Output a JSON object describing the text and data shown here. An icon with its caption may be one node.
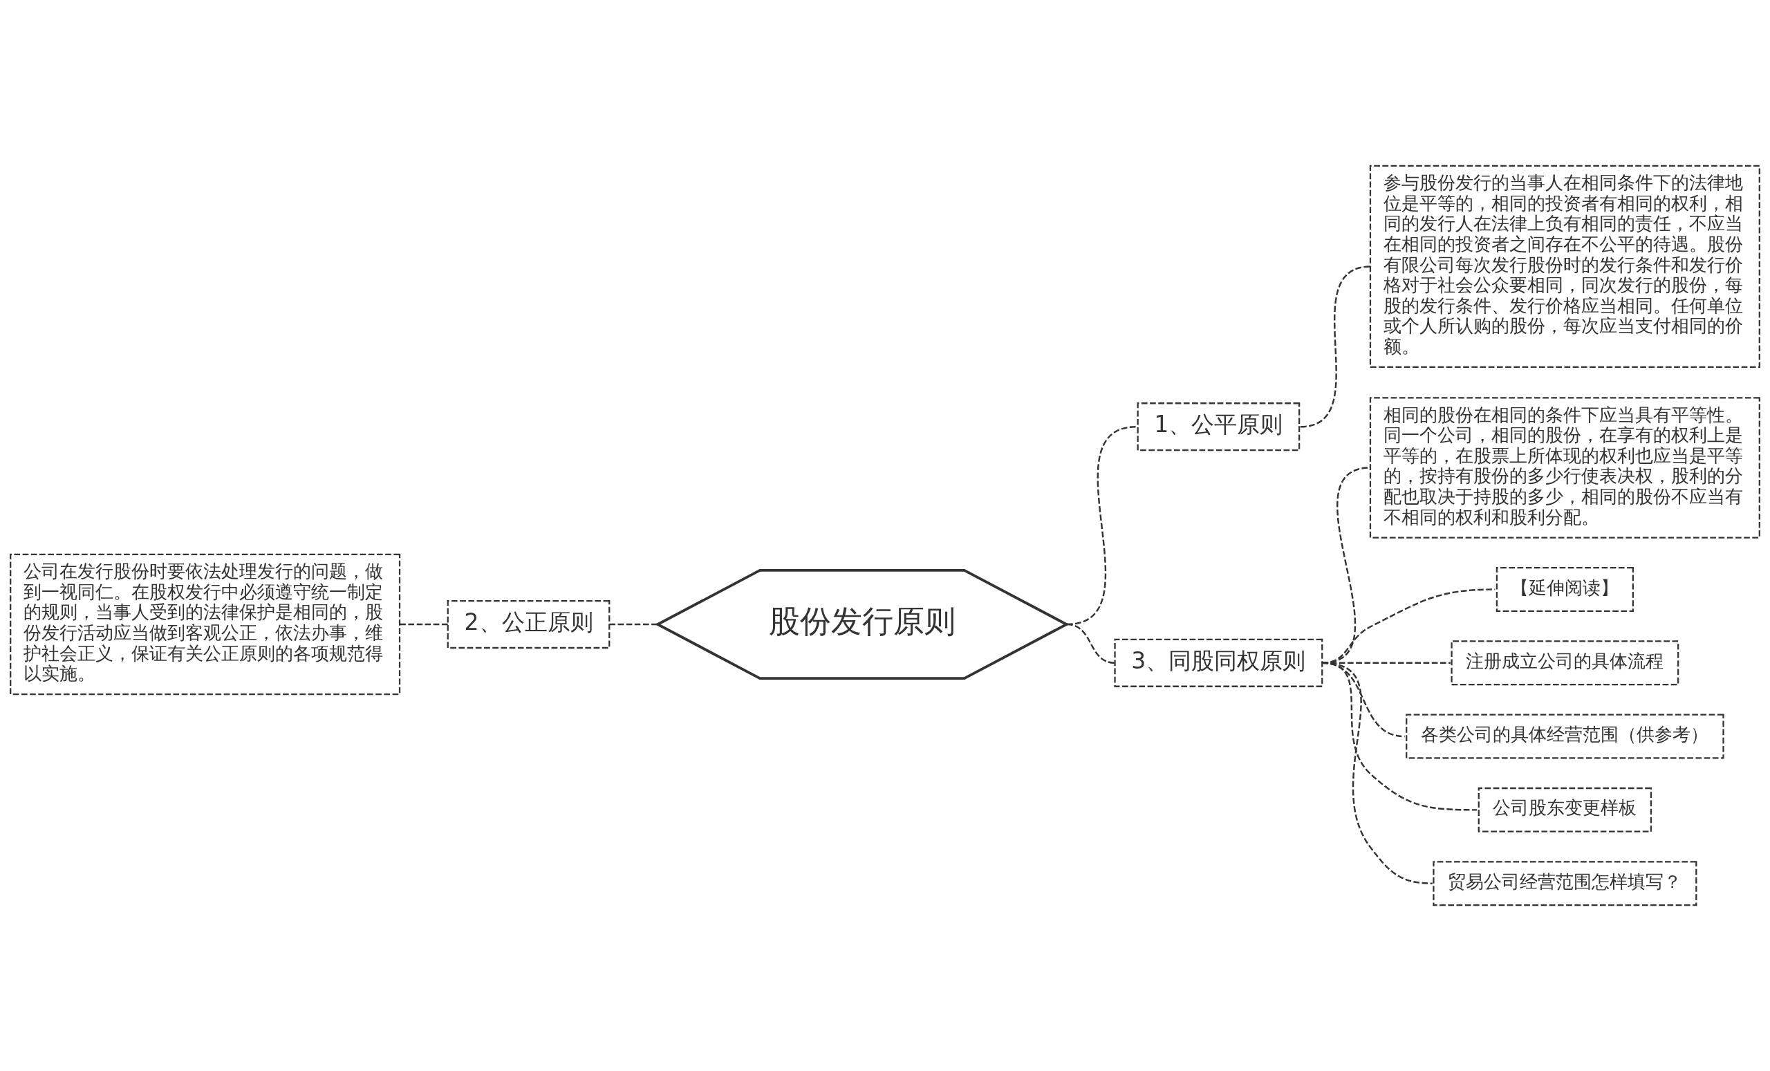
{
  "diagram": {
    "nodes": [
      {
        "text": [
          "股份发行原则"
        ]
      },
      {
        "text": [
          "1、公平原则"
        ]
      },
      {
        "text": [
          "参与股份发行的当事人在相同条件下的法律地位是平等的，相同的投资者有相同的权利，相同的发行人在法律上负有相同的责任，不应当在相同的投资者之间存在不公平的待遇。股份有限公司每次发行股份时的发行条件和发行价格对于社会公众要相同，同次发行的股份，每股的发行条件、发行价格应当相同。任何单位或个人所认购的股份，每次应当支付相同的价额。"
        ]
      },
      {
        "text": [
          "2、公正原则"
        ]
      },
      {
        "text": [
          "公司在发行股份时要依法处理发行的问题，做到一视同仁。在股权发行中必须遵守统一制定的规则，当事人受到的法律保护是相同的，股份发行活动应当做到客观公正，依法办事，维护社会正义，保证有关公正原则的各项规范得以实施。"
        ]
      },
      {
        "text": [
          "3、同股同权原则"
        ]
      },
      {
        "text": [
          "相同的股份在相同的条件下应当具有平等性。同一个公司，相同的股份，在享有的权利上是平等的，在股票上所体现的权利也应当是平等的，按持有股份的多少行使表决权，股利的分配也取决于持股的多少，相同的股份不应当有不相同的权利和股利分配。"
        ]
      },
      {
        "text": [
          "【延伸阅读】"
        ]
      },
      {
        "text": [
          "注册成立公司的具体流程"
        ]
      },
      {
        "text": [
          "各类公司的具体经营范围（供参考）"
        ]
      },
      {
        "text": [
          "公司股东变更样板"
        ]
      },
      {
        "text": [
          "贸易公司经营范围怎样填写？"
        ]
      }
    ],
    "edges": [
      {
        "from": 0,
        "to": 1,
        "arrow": "none",
        "style": "dashed"
      },
      {
        "from": 1,
        "to": 2,
        "arrow": "none",
        "style": "dashed"
      },
      {
        "from": 0,
        "to": 3,
        "arrow": "none",
        "style": "dashed"
      },
      {
        "from": 3,
        "to": 4,
        "arrow": "none",
        "style": "dashed"
      },
      {
        "from": 0,
        "to": 5,
        "arrow": "none",
        "style": "dashed"
      },
      {
        "from": 5,
        "to": 6,
        "arrow": "none",
        "style": "dashed"
      },
      {
        "from": 5,
        "to": 7,
        "arrow": "none",
        "style": "dashed"
      },
      {
        "from": 5,
        "to": 8,
        "arrow": "none",
        "style": "dashed"
      },
      {
        "from": 5,
        "to": 9,
        "arrow": "none",
        "style": "dashed"
      },
      {
        "from": 5,
        "to": 10,
        "arrow": "none",
        "style": "dashed"
      },
      {
        "from": 5,
        "to": 11,
        "arrow": "none",
        "style": "dashed"
      }
    ]
  }
}
